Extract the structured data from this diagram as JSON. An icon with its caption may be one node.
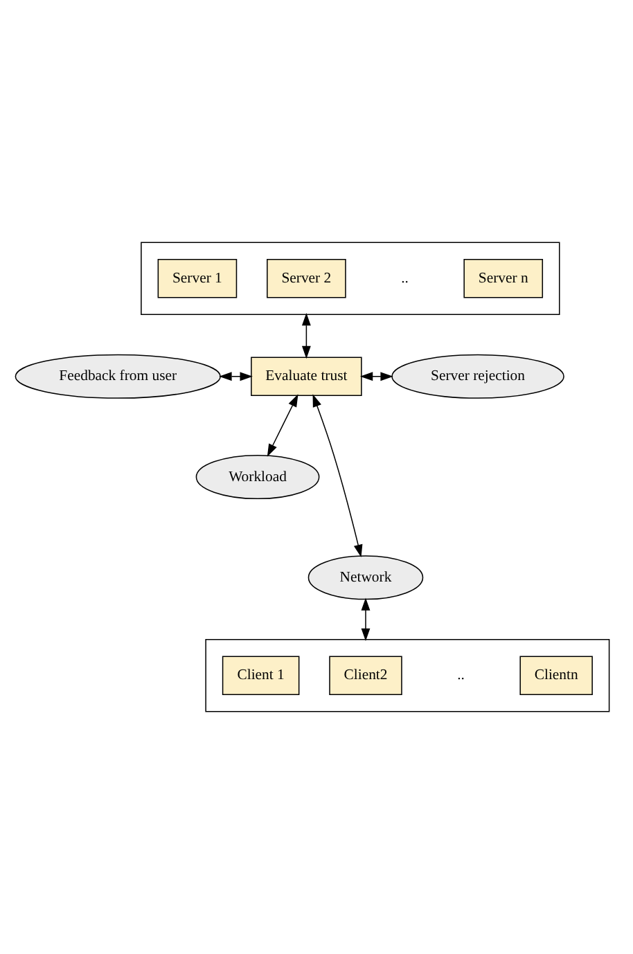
{
  "diagram": {
    "nodes": [
      {
        "text": [],
        "shape": "box"
      },
      {
        "text": [
          "Server 1"
        ],
        "in": 0
      },
      {
        "text": [
          "Server 2"
        ],
        "in": 0
      },
      {
        "text": [
          "Server n"
        ],
        "in": 0
      },
      {
        "text": [
          "Server rejection"
        ]
      },
      {
        "text": [
          "Feedback from user"
        ]
      },
      {
        "text": [
          "Evaluate trust"
        ]
      },
      {
        "text": [
          "Workload"
        ]
      },
      {
        "text": [
          "Network"
        ]
      },
      {
        "text": [],
        "shape": "box"
      },
      {
        "text": [
          "Client 1"
        ],
        "in": 9
      },
      {
        "text": [
          "Client2"
        ],
        "in": 9
      },
      {
        "text": [
          "Clientn"
        ],
        "in": 9
      }
    ],
    "edges": [
      {
        "from": 0,
        "to": 6,
        "arrow": "both"
      },
      {
        "from": 6,
        "to": 4,
        "arrow": "both"
      },
      {
        "from": 5,
        "to": 6,
        "arrow": "both"
      },
      {
        "from": 6,
        "to": 7,
        "arrow": "both"
      },
      {
        "from": 6,
        "to": 8,
        "arrow": "both"
      },
      {
        "from": 8,
        "to": 9,
        "arrow": "both"
      }
    ],
    "labels": [
      "..",
      ".."
    ]
  }
}
